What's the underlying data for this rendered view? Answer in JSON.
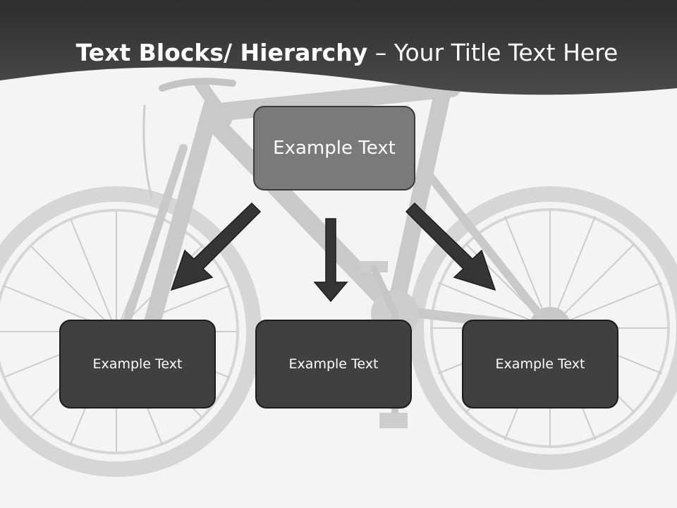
{
  "title": {
    "bold_part": "Text Blocks/ Hierarchy",
    "separator": "–",
    "regular_part": "Your Title Text Here"
  },
  "hierarchy": {
    "root_label": "Example Text",
    "children": [
      {
        "label": "Example Text"
      },
      {
        "label": "Example Text"
      },
      {
        "label": "Example Text"
      }
    ]
  },
  "background": {
    "image": "bicycle-silhouette",
    "header_color": "#3b3b3b",
    "root_box_color": "#7a7a7a",
    "child_box_color": "#404040",
    "arrow_color": "#353535"
  }
}
